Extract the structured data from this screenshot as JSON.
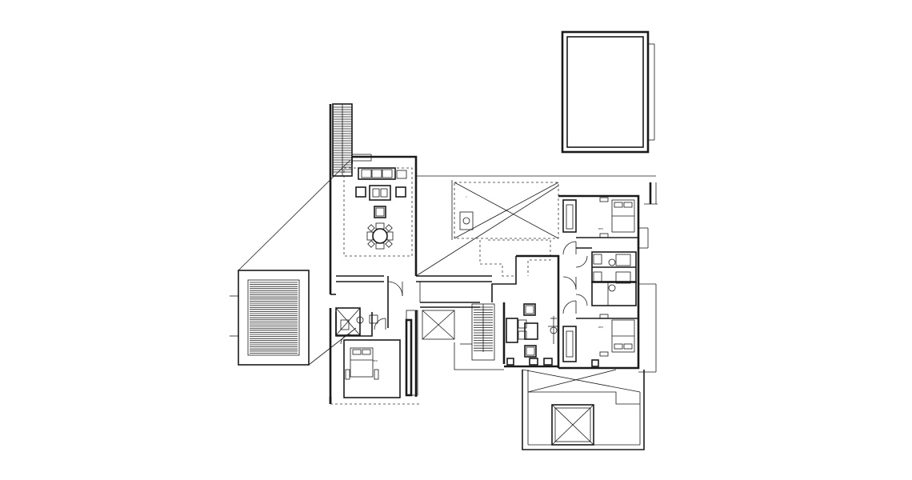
{
  "drawing": {
    "type": "architectural floor plan (upper level)",
    "line_color": "#1a1a1a",
    "background": "#ffffff"
  },
  "bed_labels": [
    "BED",
    "BED",
    "BED"
  ]
}
